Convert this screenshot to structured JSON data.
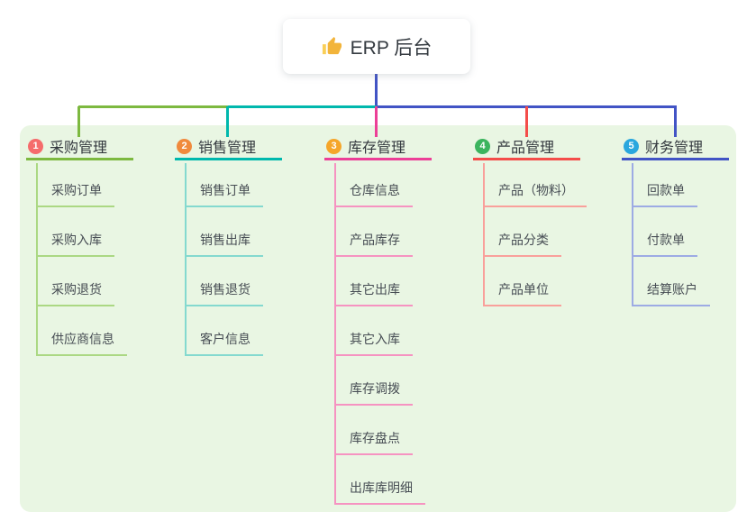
{
  "root": {
    "title": "ERP 后台",
    "icon": "thumbs-up-icon",
    "connector_color": "#4254c5"
  },
  "canvas": {
    "background": "#ffffff",
    "panel_background": "#e9f6e3"
  },
  "branches": [
    {
      "number": "1",
      "label": "采购管理",
      "badge_color": "#f56c6c",
      "line_color": "#7db940",
      "child_line_color": "#abd883",
      "children": [
        "采购订单",
        "采购入库",
        "采购退货",
        "供应商信息"
      ]
    },
    {
      "number": "2",
      "label": "销售管理",
      "badge_color": "#f08a3d",
      "line_color": "#00b8ad",
      "child_line_color": "#84d9cf",
      "children": [
        "销售订单",
        "销售出库",
        "销售退货",
        "客户信息"
      ]
    },
    {
      "number": "3",
      "label": "库存管理",
      "badge_color": "#f5a62a",
      "line_color": "#ec3f97",
      "child_line_color": "#f693c1",
      "children": [
        "仓库信息",
        "产品库存",
        "其它出库",
        "其它入库",
        "库存调拨",
        "库存盘点",
        "出库库明细"
      ]
    },
    {
      "number": "4",
      "label": "产品管理",
      "badge_color": "#3cb45e",
      "line_color": "#f44d4a",
      "child_line_color": "#f9a09b",
      "children": [
        "产品（物料）",
        "产品分类",
        "产品单位"
      ]
    },
    {
      "number": "5",
      "label": "财务管理",
      "badge_color": "#2aa7de",
      "line_color": "#4254c5",
      "child_line_color": "#9dabe4",
      "children": [
        "回款单",
        "付款单",
        "结算账户"
      ]
    }
  ]
}
